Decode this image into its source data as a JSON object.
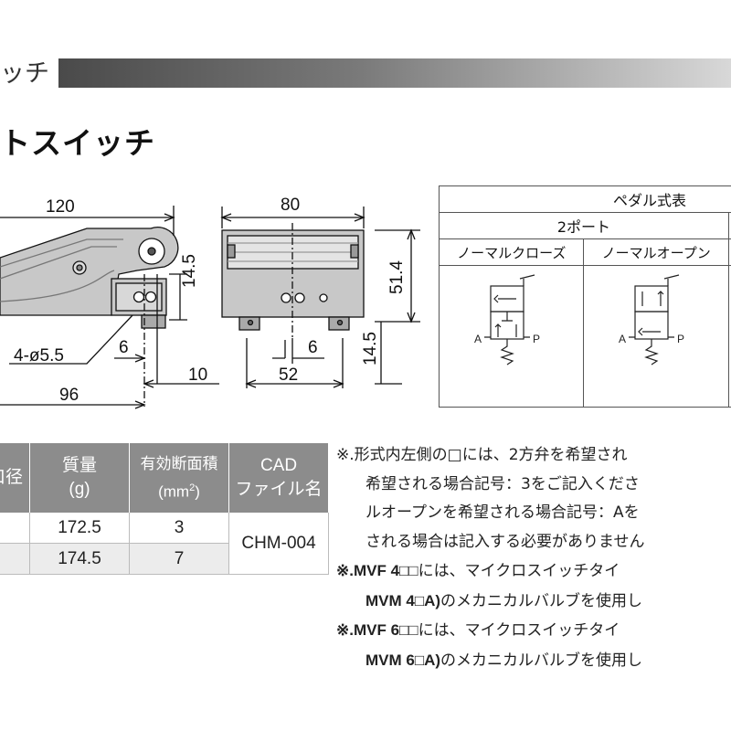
{
  "header": {
    "text": "ッチ"
  },
  "title": "トスイッチ",
  "side_view": {
    "dims": {
      "width": "120",
      "height_a": "14.5",
      "hole": "4-ø5.5",
      "b": "6",
      "c": "10",
      "d": "96"
    }
  },
  "front_view": {
    "dims": {
      "width": "80",
      "height": "51.4",
      "a": "6",
      "b": "14.5",
      "c": "52"
    }
  },
  "circuit_table": {
    "title": "ペダル式表",
    "port": "2ポート",
    "col_nc": "ノーマルクローズ",
    "col_no": "ノーマルオープン",
    "label_a": "A",
    "label_p": "P"
  },
  "spec_table": {
    "headers": {
      "h0": "口径",
      "h1a": "質量",
      "h1b": "(g)",
      "h2a": "有効断面積",
      "h2b": "(mm",
      "h2sup": "2",
      "h2c": ")",
      "h3a": "CAD",
      "h3b": "ファイル名"
    },
    "rows": [
      {
        "mass": "172.5",
        "area": "3"
      },
      {
        "mass": "174.5",
        "area": "7"
      }
    ],
    "cad": "CHM-004"
  },
  "notes": {
    "l1": "※.形式内左側の□には、2方弁を希望され",
    "l2": "希望される場合記号：3をご記入くださ",
    "l3": "ルオープンを希望される場合記号：Aを",
    "l4": "される場合は記入する必要がありません",
    "l5a": "※.MVF 4□□",
    "l5b": "には、マイクロスイッチタイ",
    "l6a": "MVM 4□A)",
    "l6b": "のメカニカルバルブを使用し",
    "l7a": "※.MVF 6□□",
    "l7b": "には、マイクロスイッチタイ",
    "l8a": "MVM 6□A)",
    "l8b": "のメカニカルバルブを使用し"
  }
}
